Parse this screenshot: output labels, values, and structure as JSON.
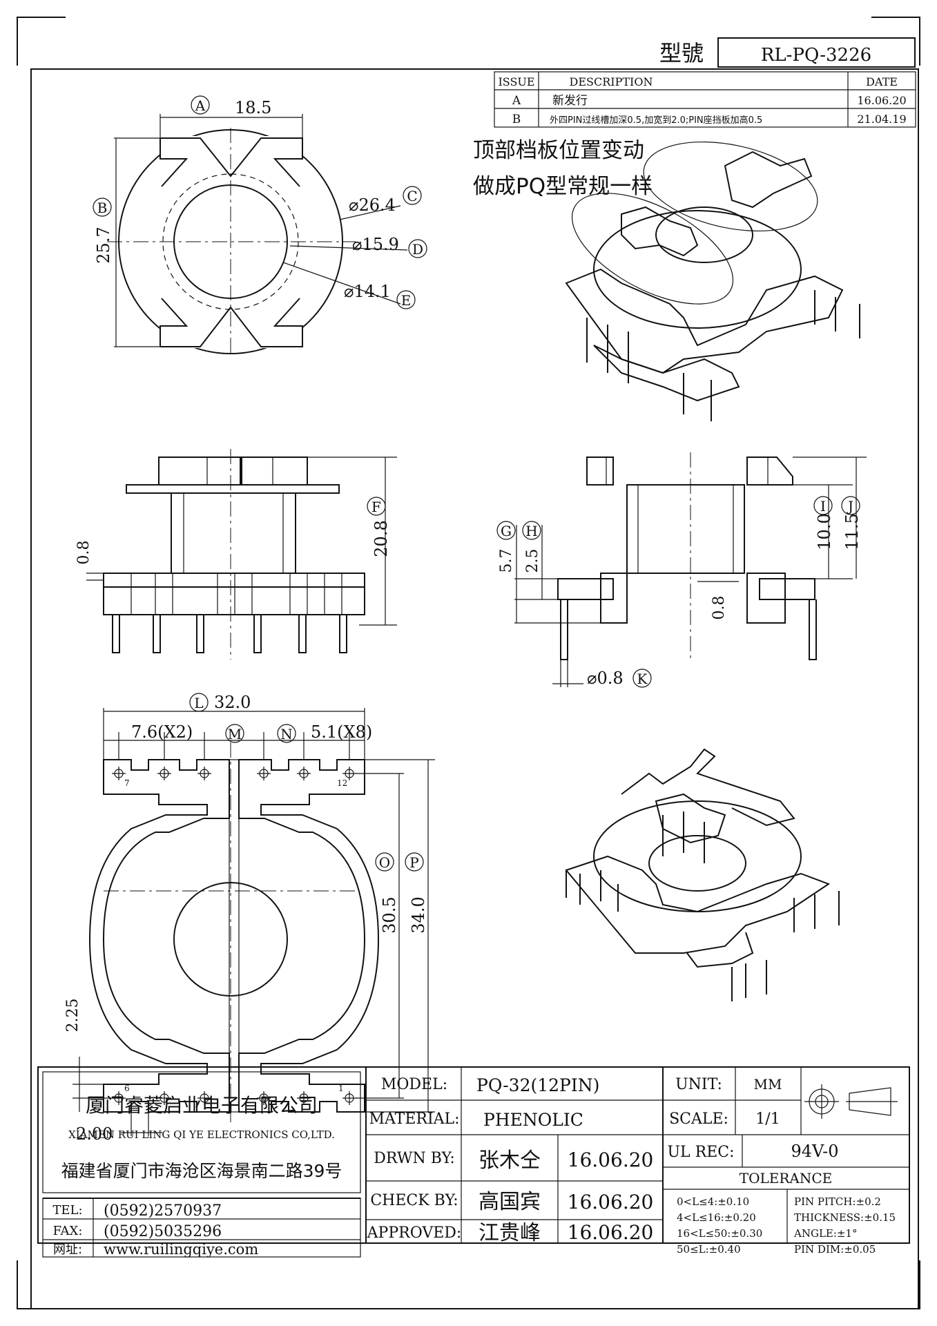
{
  "header": {
    "model_label": "型號",
    "model_value": "RL-PQ-3226"
  },
  "revisions": {
    "headers": [
      "ISSUE",
      "DESCRIPTION",
      "DATE"
    ],
    "rows": [
      {
        "issue": "A",
        "desc": "新发行",
        "date": "16.06.20"
      },
      {
        "issue": "B",
        "desc": "外四PIN过线槽加深0.5,加宽到2.0;PIN座挡板加高0.5",
        "date": "21.04.19"
      }
    ]
  },
  "note": {
    "line1": "顶部档板位置变动",
    "line2": "做成PQ型常规一样"
  },
  "dims": {
    "A": "18.5",
    "B": "25.7",
    "C": "⌀26.4",
    "D": "⌀15.9",
    "E": "⌀14.1",
    "F": "20.8",
    "F_small": "0.8",
    "G": "5.7",
    "H": "2.5",
    "I": "10.0",
    "J": "11.5",
    "side_small": "0.8",
    "K": "⌀0.8",
    "L": "32.0",
    "M_text": "7.6(X2)",
    "N_text": "5.1(X8)",
    "O": "30.5",
    "P": "34.0",
    "left_small": "2.25",
    "bottom_small": "2.00",
    "pin_7": "7",
    "pin_12": "12",
    "pin_6": "6",
    "pin_1": "1"
  },
  "balloons": [
    "A",
    "B",
    "C",
    "D",
    "E",
    "F",
    "G",
    "H",
    "I",
    "J",
    "K",
    "L",
    "M",
    "N",
    "O",
    "P"
  ],
  "title_block": {
    "company_cn": "厦门睿菱启业电子有限公司",
    "company_en": "XIAMEN RUI LING QI YE ELECTRONICS CO,LTD.",
    "address": "福建省厦门市海沧区海景南二路39号",
    "tel_label": "TEL:",
    "tel": "(0592)2570937",
    "fax_label": "FAX:",
    "fax": "(0592)5035296",
    "web_label": "网址:",
    "web": "www.ruilingqiye.com",
    "model_label": "MODEL:",
    "model": "PQ-32(12PIN)",
    "material_label": "MATERIAL:",
    "material": "PHENOLIC",
    "drawn_label": "DRWN BY:",
    "drawn": "张木仝",
    "drawn_date": "16.06.20",
    "check_label": "CHECK BY:",
    "check": "高国宾",
    "check_date": "16.06.20",
    "approved_label": "APPROVED:",
    "approved": "江贵峰",
    "approved_date": "16.06.20",
    "unit_label": "UNIT:",
    "unit": "MM",
    "scale_label": "SCALE:",
    "scale": "1/1",
    "ul_label": "UL REC:",
    "ul": "94V-0",
    "tolerance_label": "TOLERANCE",
    "tol1": "0<L≤4:±0.10",
    "tol2": "4<L≤16:±0.20",
    "tol3": "16<L≤50:±0.30",
    "tol4": "50≤L:±0.40",
    "tol5": "PIN PITCH:±0.2",
    "tol6": "THICKNESS:±0.15",
    "tol7": "ANGLE:±1°",
    "tol8": "PIN DIM:±0.05"
  }
}
